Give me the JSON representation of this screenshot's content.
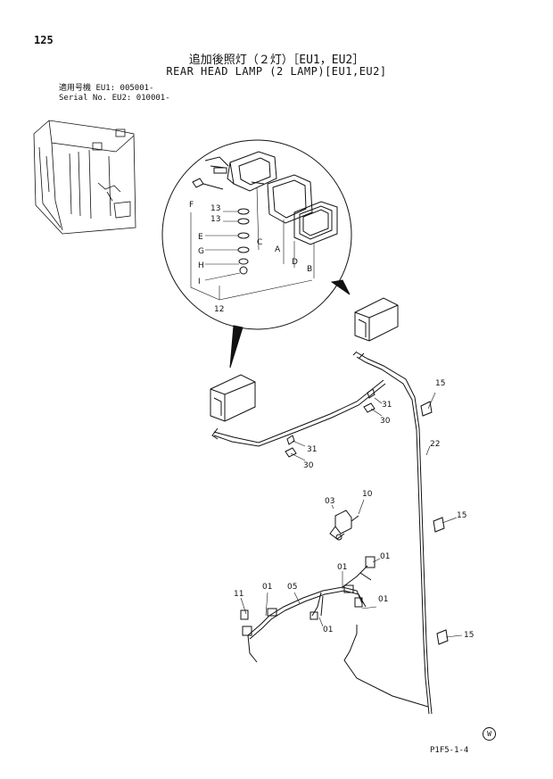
{
  "page_number": "125",
  "title_jp": "追加後照灯（２灯）［EU1，EU2］",
  "title_en": "REAR HEAD LAMP (2 LAMP)[EU1,EU2]",
  "serial": {
    "line1_label": "適用号機",
    "line1_value": "EU1: 005001-",
    "line2_label": "Serial No.",
    "line2_value": "EU2: 010001-"
  },
  "callouts": {
    "F": "F",
    "c13a": "13",
    "c13b": "13",
    "E": "E",
    "G": "G",
    "H": "H",
    "I": "I",
    "C": "C",
    "A": "A",
    "D": "D",
    "B": "B",
    "c12": "12",
    "c15a": "15",
    "c31a": "31",
    "c30a": "30",
    "c22": "22",
    "c31b": "31",
    "c30b": "30",
    "c03": "03",
    "c10": "10",
    "c15b": "15",
    "c01a": "01",
    "c01b": "01",
    "c05": "05",
    "c01c": "01",
    "c11": "11",
    "c01d": "01",
    "c01e": "01",
    "c15c": "15"
  },
  "footer_code": "P1F5-1-4",
  "watermark": "W"
}
